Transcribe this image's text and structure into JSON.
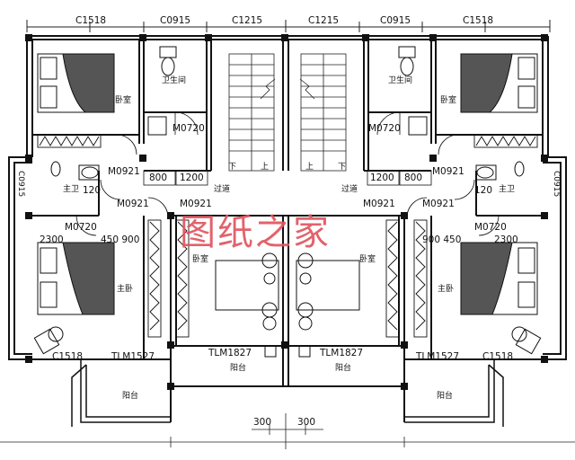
{
  "watermark": "图纸之家",
  "windows": {
    "c1518_l": "C1518",
    "c0915_l": "C0915",
    "c1215_l": "C1215",
    "c1215_r": "C1215",
    "c0915_r": "C0915",
    "c1518_r": "C1518",
    "c0915_side_l": "C0915",
    "c0915_side_r": "C0915",
    "c1518_bot_l": "C1518",
    "c1518_bot_r": "C1518"
  },
  "rooms": {
    "bedroom_tl": "卧室",
    "bedroom_tr": "卧室",
    "toilet_l": "卫生间",
    "toilet_r": "卫生间",
    "master_bath_l": "主卫",
    "master_bath_r": "主卫",
    "corridor_l": "过道",
    "corridor_r": "过道",
    "bedroom_mid_l": "卧室",
    "bedroom_mid_r": "卧室",
    "master_bed_l": "主卧",
    "master_bed_r": "主卧",
    "balcony_l": "阳台",
    "balcony_r": "阳台",
    "balcony_mid_l": "阳台",
    "balcony_mid_r": "阳台"
  },
  "stairs": {
    "down_l": "下",
    "up_l": "上",
    "up_r": "上",
    "down_r": "下"
  },
  "doors": {
    "m0720_tl": "M0720",
    "m0720_tr": "M0720",
    "m0921_a_l": "M0921",
    "m0921_a_r": "M0921",
    "m0921_b_l": "M0921",
    "m0921_b_r": "M0921",
    "m0921_c_l": "M0921",
    "m0921_c_r": "M0921",
    "m0720_bl": "M0720",
    "m0720_br": "M0720",
    "tlm1527_l": "TLM1527",
    "tlm1527_r": "TLM1527",
    "tlm1827_l": "TLM1827",
    "tlm1827_r": "TLM1827"
  },
  "dims": {
    "d800_l": "800",
    "d1200_l": "1200",
    "d1200_r": "1200",
    "d800_r": "800",
    "d120_l": "120",
    "d120_r": "120",
    "d2300_l": "2300",
    "d450900_l": "450 900",
    "d900450_r": "900 450",
    "d2300_r": "2300",
    "d300_l": "300",
    "d300_r": "300"
  }
}
